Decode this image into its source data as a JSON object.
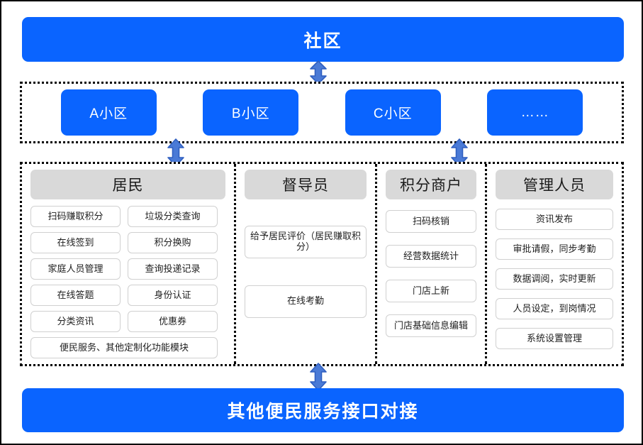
{
  "top_banner": {
    "label": "社区"
  },
  "bottom_banner": {
    "label": "其他便民服务接口对接"
  },
  "estates": {
    "items": [
      {
        "label": "A小区"
      },
      {
        "label": "B小区"
      },
      {
        "label": "C小区"
      },
      {
        "label": "……"
      }
    ]
  },
  "roles": [
    {
      "title": "居民",
      "items": [
        {
          "label": "扫码赚取积分"
        },
        {
          "label": "垃圾分类查询"
        },
        {
          "label": "在线签到"
        },
        {
          "label": "积分换购"
        },
        {
          "label": "家庭人员管理"
        },
        {
          "label": "查询投递记录"
        },
        {
          "label": "在线答题"
        },
        {
          "label": "身份认证"
        },
        {
          "label": "分类资讯"
        },
        {
          "label": "优惠券"
        },
        {
          "label": "便民服务、其他定制化功能模块"
        }
      ]
    },
    {
      "title": "督导员",
      "items": [
        {
          "label": "给予居民评价（居民赚取积分）"
        },
        {
          "label": "在线考勤"
        }
      ]
    },
    {
      "title": "积分商户",
      "items": [
        {
          "label": "扫码核销"
        },
        {
          "label": "经营数据统计"
        },
        {
          "label": "门店上新"
        },
        {
          "label": "门店基础信息编辑"
        }
      ]
    },
    {
      "title": "管理人员",
      "items": [
        {
          "label": "资讯发布"
        },
        {
          "label": "审批请假，同步考勤"
        },
        {
          "label": "数据调阅，实时更新"
        },
        {
          "label": "人员设定，到岗情况"
        },
        {
          "label": "系统设置管理"
        }
      ]
    }
  ],
  "connectors": [
    {
      "name": "community-to-estates",
      "direction": "double-vertical"
    },
    {
      "name": "estates-to-residents",
      "direction": "double-vertical"
    },
    {
      "name": "estates-to-merchant",
      "direction": "double-vertical"
    },
    {
      "name": "roles-to-interfaces",
      "direction": "double-vertical"
    }
  ],
  "colors": {
    "primary_blue": "#0a64ff",
    "arrow_fill": "#4a7ad6",
    "arrow_stroke": "#2f5fc0",
    "header_gray": "#d9d9d9",
    "item_border": "#d0d0d0",
    "frame_black": "#000000"
  }
}
